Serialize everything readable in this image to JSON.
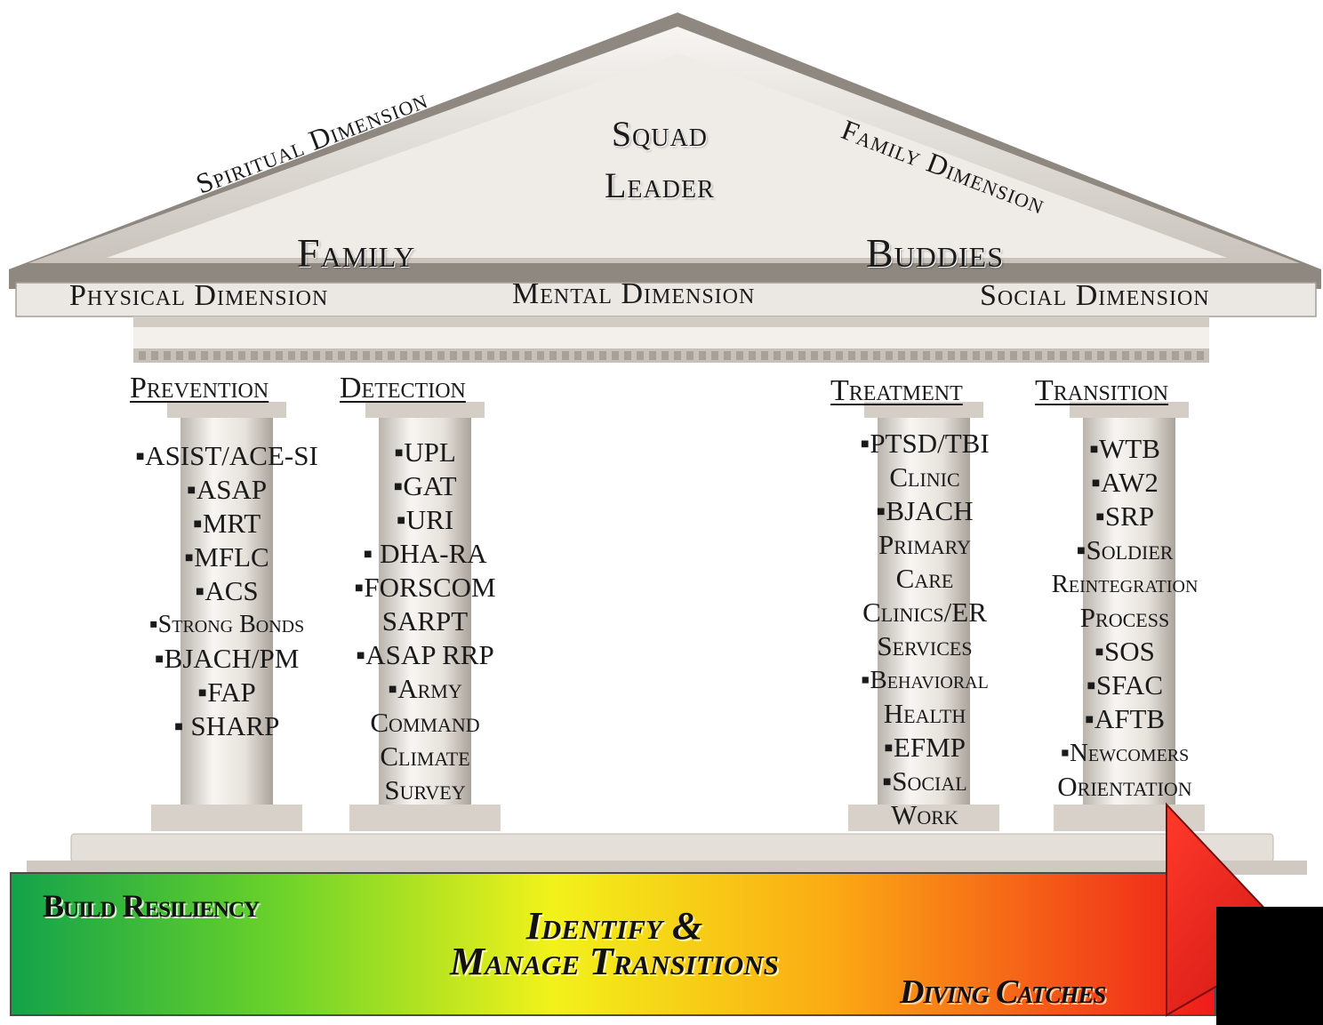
{
  "roof": {
    "center_label_line1": "Squad",
    "center_label_line2": "Leader",
    "left_label": "Family",
    "right_label": "Buddies",
    "left_slope_dimension": "Spiritual Dimension",
    "right_slope_dimension": "Family Dimension"
  },
  "dimensions": {
    "physical": "Physical Dimension",
    "mental": "Mental Dimension",
    "social": "Social Dimension"
  },
  "pillars": [
    {
      "heading": "Prevention",
      "items": [
        "▪ASIST/ACE-SI",
        "▪ASAP",
        "▪MRT",
        "▪MFLC",
        "▪ACS",
        "▪Strong Bonds",
        "▪BJACH/PM",
        "▪FAP",
        "▪ SHARP"
      ]
    },
    {
      "heading": "Detection",
      "items": [
        "▪UPL",
        "▪GAT",
        "▪URI",
        "▪ DHA-RA",
        "▪FORSCOM",
        "SARPT",
        "▪ASAP RRP",
        "▪Army",
        "Command",
        "Climate",
        "Survey"
      ]
    },
    {
      "heading": "Treatment",
      "items": [
        "▪PTSD/TBI",
        "Clinic",
        "▪BJACH",
        "Primary",
        "Care",
        "Clinics/ER",
        "Services",
        "▪Behavioral",
        "Health",
        "▪EFMP",
        "▪Social",
        "Work"
      ]
    },
    {
      "heading": "Transition",
      "items": [
        "▪WTB",
        "▪AW2",
        "▪SRP",
        "▪Soldier",
        "Reintegration",
        "Process",
        "▪SOS",
        "▪SFAC",
        "▪AFTB",
        "▪Newcomers",
        "Orientation"
      ]
    }
  ],
  "banner": {
    "left_label": "Build Resiliency",
    "center_label_line1": "Identify &",
    "center_label_line2": "Manage Transitions",
    "right_label": "Diving Catches"
  },
  "colors": {
    "gradient_start": "#1aa64a",
    "gradient_mid": "#f2f21a",
    "gradient_end": "#ee1c1c",
    "stone": "#d9d4ce"
  }
}
